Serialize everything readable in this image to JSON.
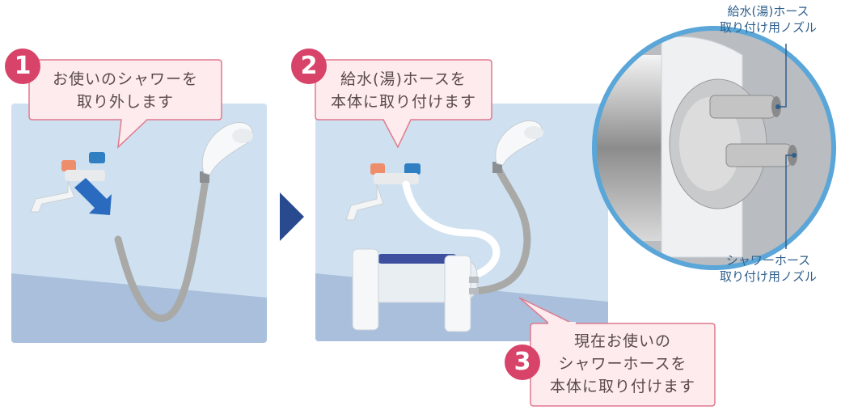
{
  "steps": [
    {
      "number": "1",
      "line1": "お使いのシャワーを",
      "line2": "取り外します"
    },
    {
      "number": "2",
      "line1": "給水(湯)ホースを",
      "line2": "本体に取り付けます"
    },
    {
      "number": "3",
      "line1": "現在お使いの",
      "line2": "シャワーホースを",
      "line3": "本体に取り付けます"
    }
  ],
  "callouts": {
    "water_nozzle_line1": "給水(湯)ホース",
    "water_nozzle_line2": "取り付け用ノズル",
    "shower_nozzle_line1": "シャワーホース",
    "shower_nozzle_line2": "取り付け用ノズル"
  },
  "colors": {
    "accent": "#d8436a",
    "bubble_fill": "#fdebed",
    "bubble_border": "#e07a8e",
    "wall": "#cfe1f0",
    "floor": "#a9bfdc",
    "arrow": "#2a4a8f",
    "ring": "#5aa6d8"
  }
}
